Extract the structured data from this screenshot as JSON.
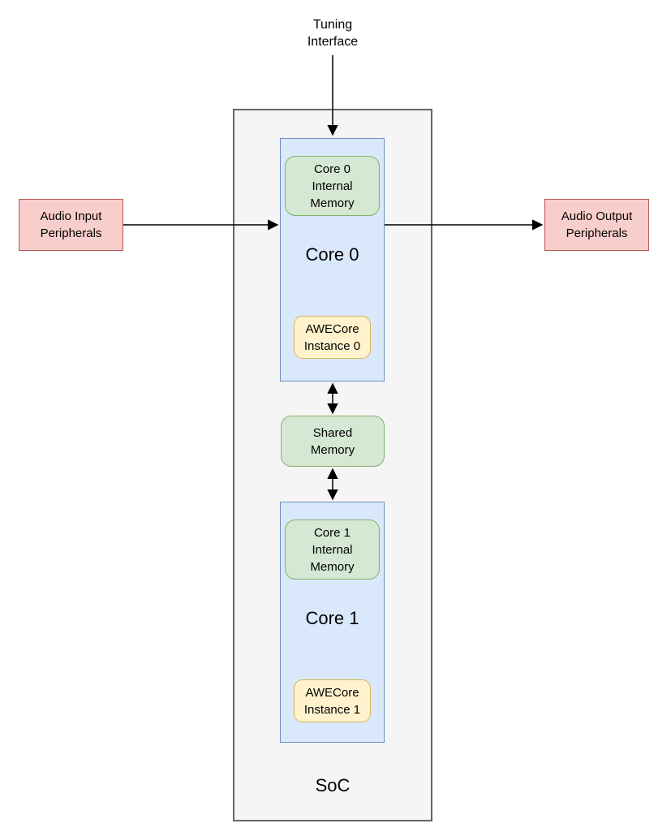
{
  "colors": {
    "core_fill": "#dae8fc",
    "core_border": "#6c8ebf",
    "memory_fill": "#d5e8d4",
    "memory_border": "#82b366",
    "awe_fill": "#fff2cc",
    "awe_border": "#d6b656",
    "peripheral_fill": "#f8cecc",
    "peripheral_border": "#b85450",
    "soc_fill": "#f5f5f5",
    "soc_border": "#666666",
    "arrow": "#000000"
  },
  "diagram": {
    "tuning_label": "Tuning\nInterface",
    "audio_input_label": "Audio Input\nPeripherals",
    "audio_output_label": "Audio Output\nPeripherals",
    "soc_label": "SoC",
    "shared_memory_label": "Shared\nMemory",
    "core0": {
      "label": "Core 0",
      "memory_label": "Core 0\nInternal\nMemory",
      "awe_label": "AWECore\nInstance 0"
    },
    "core1": {
      "label": "Core 1",
      "memory_label": "Core 1\nInternal\nMemory",
      "awe_label": "AWECore\nInstance 1"
    }
  }
}
